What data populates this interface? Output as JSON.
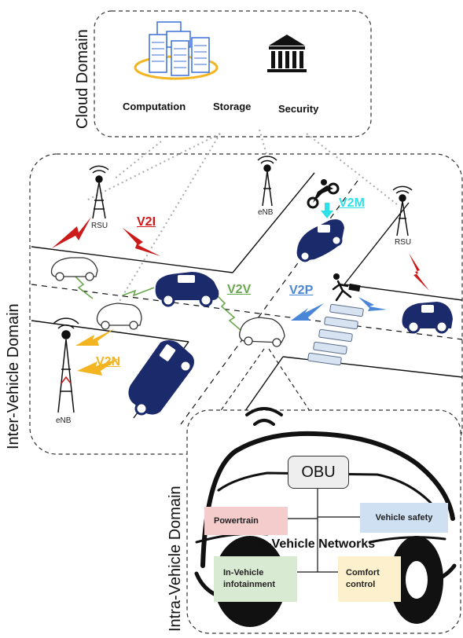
{
  "domains": {
    "cloud": "Cloud Domain",
    "inter_vehicle": "Inter-Vehicle Domain",
    "intra_vehicle": "Intra-Vehicle Domain"
  },
  "cloud": {
    "computation": "Computation",
    "storage": "Storage",
    "security": "Security",
    "server_color": "#3b6fd8",
    "ring_color": "#f2b420"
  },
  "infrastructure": {
    "rsu_left": "RSU",
    "rsu_right": "RSU",
    "enb_top": "eNB",
    "enb_left": "eNB"
  },
  "links": {
    "v2i": {
      "label": "V2I",
      "color": "#cc1a1a"
    },
    "v2v": {
      "label": "V2V",
      "color": "#6aa84f"
    },
    "v2m": {
      "label": "V2M",
      "color": "#2ee0e8"
    },
    "v2p": {
      "label": "V2P",
      "color": "#4a86d8"
    },
    "v2n": {
      "label": "V2N",
      "color": "#f2b420"
    }
  },
  "vehicle_color": "#1b2a6b",
  "intra": {
    "obu": "OBU",
    "in_vehicle_networks": "In-Vehicle Networks",
    "powertrain": "Powertrain",
    "vehicle_safety": "Vehicle safety",
    "infotainment_line1": "In-Vehicle",
    "infotainment_line2": "infotainment",
    "comfort_line1": "Comfort",
    "comfort_line2": "control",
    "colors": {
      "powertrain": "#f5cccc",
      "vehicle_safety": "#cfe0f3",
      "infotainment": "#d9ead3",
      "comfort": "#fdf0cc"
    }
  }
}
